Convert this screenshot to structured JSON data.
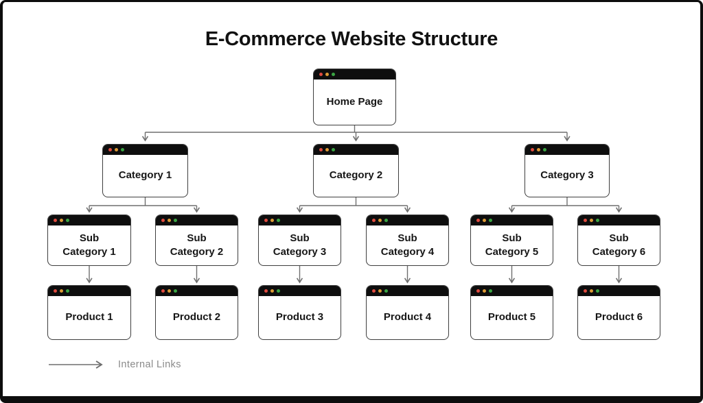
{
  "title": "E-Commerce Website Structure",
  "window_chrome": {
    "bar_color": "#0e0e0e",
    "dot_colors": {
      "red": "#e04a3f",
      "yellow": "#dd9a35",
      "green": "#3aa543"
    }
  },
  "nodes": {
    "home": {
      "lines": [
        "Home Page"
      ]
    },
    "cat1": {
      "lines": [
        "Category 1"
      ]
    },
    "cat2": {
      "lines": [
        "Category 2"
      ]
    },
    "cat3": {
      "lines": [
        "Category 3"
      ]
    },
    "sub1": {
      "lines": [
        "Sub",
        "Category 1"
      ]
    },
    "sub2": {
      "lines": [
        "Sub",
        "Category 2"
      ]
    },
    "sub3": {
      "lines": [
        "Sub",
        "Category 3"
      ]
    },
    "sub4": {
      "lines": [
        "Sub",
        "Category 4"
      ]
    },
    "sub5": {
      "lines": [
        "Sub",
        "Category 5"
      ]
    },
    "sub6": {
      "lines": [
        "Sub",
        "Category 6"
      ]
    },
    "prod1": {
      "lines": [
        "Product 1"
      ]
    },
    "prod2": {
      "lines": [
        "Product 2"
      ]
    },
    "prod3": {
      "lines": [
        "Product 3"
      ]
    },
    "prod4": {
      "lines": [
        "Product 4"
      ]
    },
    "prod5": {
      "lines": [
        "Product 5"
      ]
    },
    "prod6": {
      "lines": [
        "Product 6"
      ]
    }
  },
  "connectors": {
    "color": "#6e6e6e"
  },
  "legend": {
    "label": "Internal Links",
    "text_color": "#8a8a8a",
    "arrow_color": "#6e6e6e"
  },
  "frame": {
    "border_color": "#0d0d0d",
    "background": "#ffffff"
  }
}
